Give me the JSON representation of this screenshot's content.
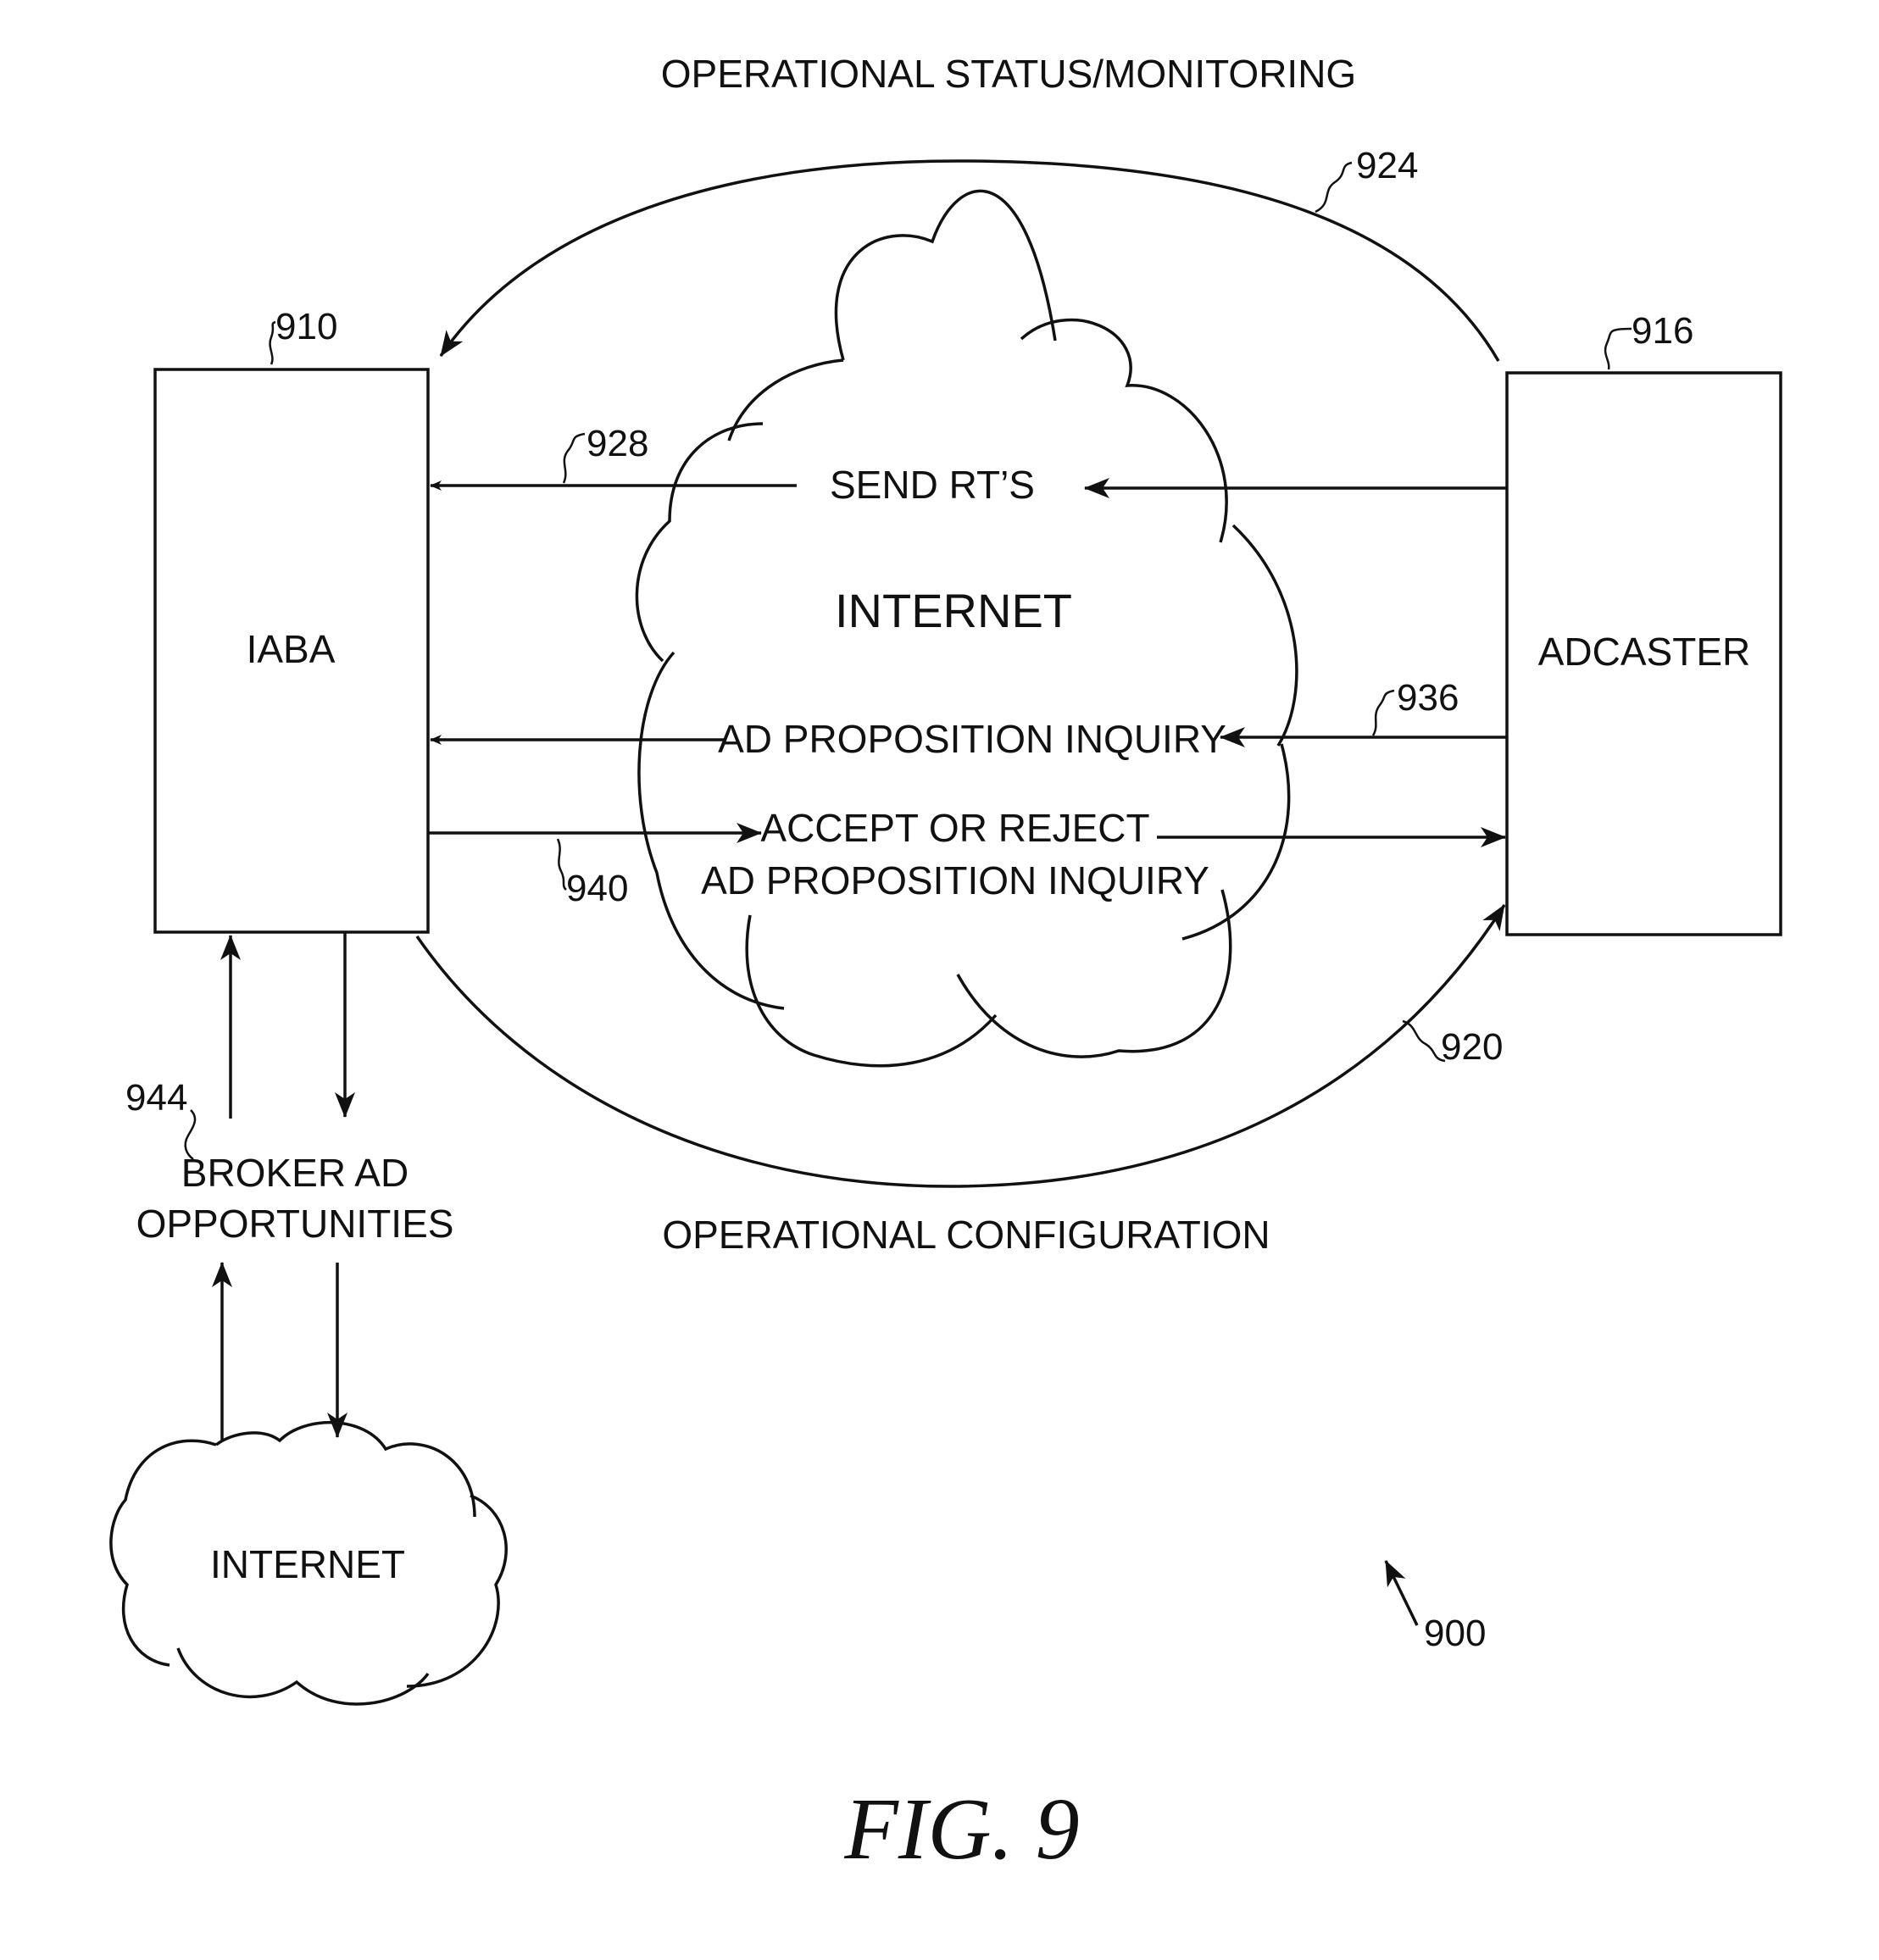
{
  "figure": {
    "caption": "FIG. 9",
    "ref_number": "900"
  },
  "blocks": {
    "iaba": {
      "label": "IABA",
      "ref": "910"
    },
    "adcaster": {
      "label": "ADCASTER",
      "ref": "916"
    }
  },
  "clouds": {
    "main_internet": "INTERNET",
    "lower_internet": "INTERNET"
  },
  "flows": {
    "operational_status": {
      "label": "OPERATIONAL STATUS/MONITORING",
      "ref": "924"
    },
    "operational_configuration": {
      "label": "OPERATIONAL CONFIGURATION",
      "ref": "920"
    },
    "send_rts": {
      "label": "SEND RT’S",
      "ref": "928"
    },
    "ad_proposition_inquiry": {
      "label": "AD PROPOSITION INQUIRY",
      "ref": "936"
    },
    "accept_reject": {
      "line1": "ACCEPT OR REJECT",
      "line2": "AD PROPOSITION INQUIRY",
      "ref": "940"
    },
    "broker": {
      "line1": "BROKER AD",
      "line2": "OPPORTUNITIES",
      "ref": "944"
    }
  }
}
